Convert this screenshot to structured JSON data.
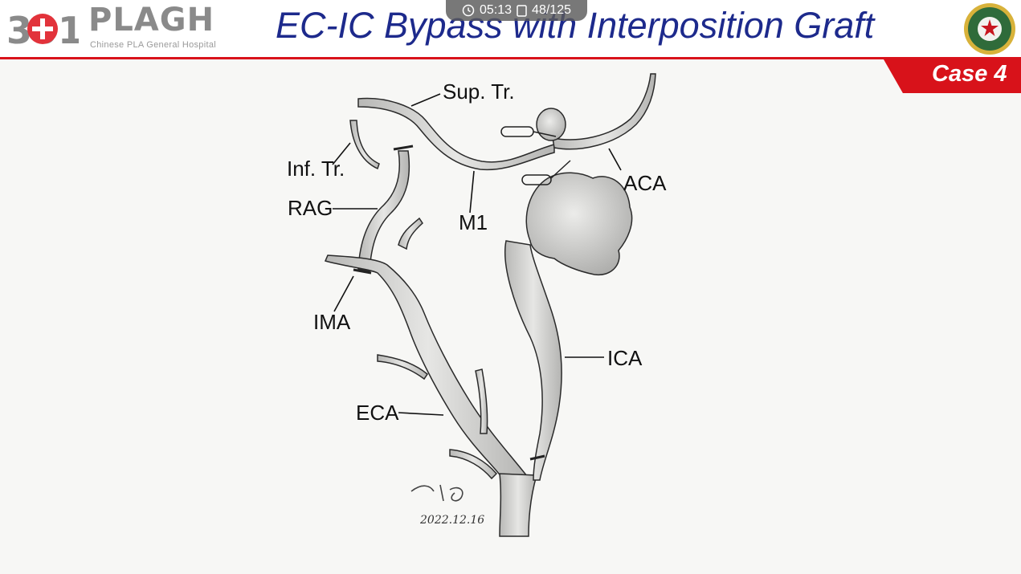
{
  "header": {
    "logo_number": "301",
    "logo_name": "PLAGH",
    "logo_subtitle": "Chinese PLA General Hospital",
    "title": "EC-IC Bypass with Interposition Graft"
  },
  "player": {
    "time": "05:13",
    "slide_counter": "48/125"
  },
  "case_tag": "Case 4",
  "diagram": {
    "labels": {
      "sup_tr": "Sup. Tr.",
      "inf_tr": "Inf. Tr.",
      "rag": "RAG",
      "m1": "M1",
      "aca": "ACA",
      "ima": "IMA",
      "ica": "ICA",
      "eca": "ECA"
    },
    "signature_date": "2022.12.16"
  },
  "colors": {
    "title_blue": "#1d2a8c",
    "accent_red": "#d9121b",
    "vessel_fill": "#d4d4d2",
    "vessel_stroke": "#2a2a2a"
  }
}
